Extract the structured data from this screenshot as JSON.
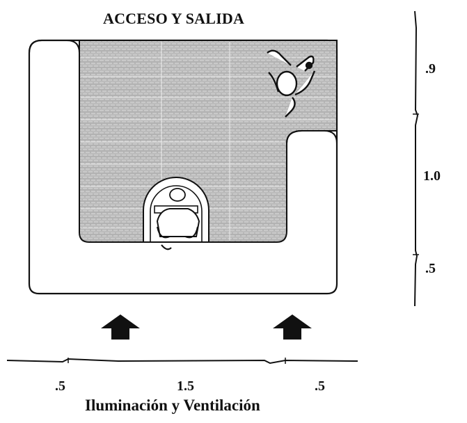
{
  "title": "ACCESO Y SALIDA",
  "right_dimensions": [
    ".9",
    "1.0",
    ".5"
  ],
  "bottom_dimensions": [
    ".5",
    "1.5",
    ".5"
  ],
  "footer": "Iluminación y Ventilación",
  "icons": [
    "person-seated-at-desk-icon",
    "person-reclining-in-chair-icon",
    "arrow-up-icon",
    "arrow-up-icon"
  ]
}
